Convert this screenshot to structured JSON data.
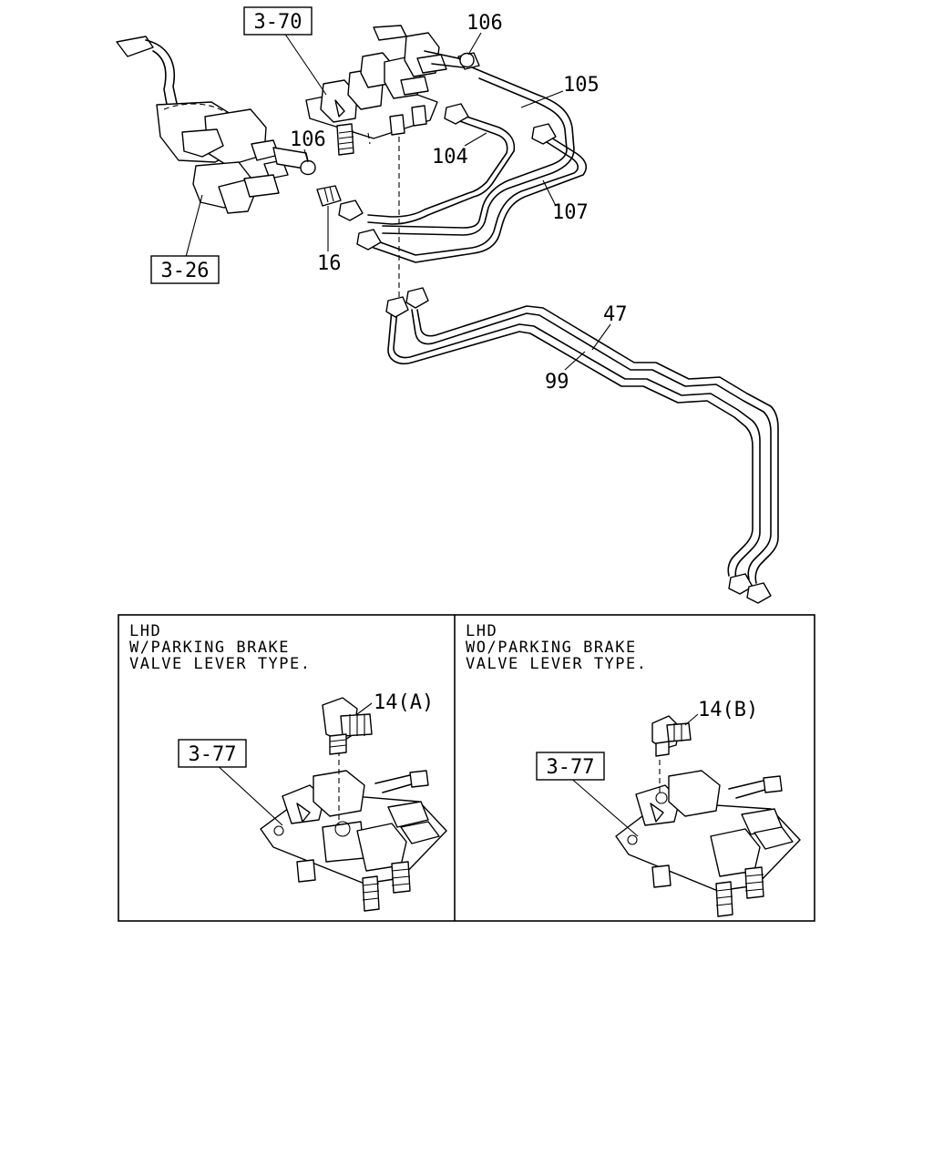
{
  "refs": {
    "r370": "3-70",
    "r326": "3-26",
    "r377a": "3-77",
    "r377b": "3-77"
  },
  "callouts": {
    "c106a": "106",
    "c105": "105",
    "c106b": "106",
    "c104": "104",
    "c107": "107",
    "c16": "16",
    "c47": "47",
    "c99": "99",
    "c14a": "14(A)",
    "c14b": "14(B)"
  },
  "panels": {
    "left": {
      "line1": "LHD",
      "line2": "W/PARKING BRAKE",
      "line3": "VALVE LEVER TYPE."
    },
    "right": {
      "line1": "LHD",
      "line2": "WO/PARKING BRAKE",
      "line3": "VALVE LEVER TYPE."
    }
  }
}
